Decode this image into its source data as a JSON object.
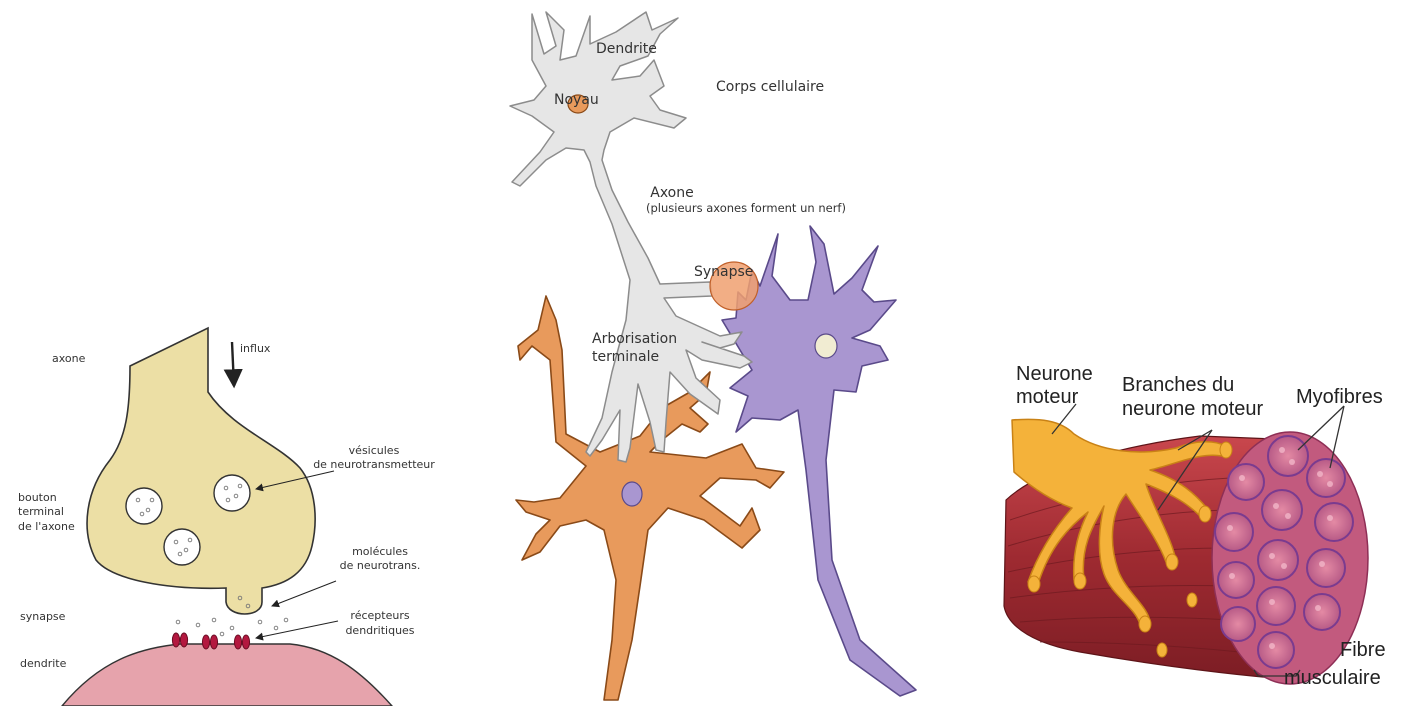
{
  "synapse_panel": {
    "axone": "axone",
    "influx": "influx",
    "vesicules_1": "vésicules",
    "vesicules_2": "de neurotransmetteur",
    "bouton_1": "bouton",
    "bouton_2": "terminal",
    "bouton_3": "de l'axone",
    "molecules_1": "molécules",
    "molecules_2": "de neurotrans.",
    "synapse": "synapse",
    "recepteurs_1": "récepteurs",
    "recepteurs_2": "dendritiques",
    "dendrite": "dendrite"
  },
  "neuron_panel": {
    "dendrite": "Dendrite",
    "noyau": "Noyau",
    "corps": "Corps cellulaire",
    "axone": "Axone",
    "axone_note": "(plusieurs axones forment un nerf)",
    "synapse": "Synapse",
    "arbo_1": "Arborisation",
    "arbo_2": "terminale"
  },
  "muscle_panel": {
    "neurone_1": "Neurone",
    "neurone_2": "moteur",
    "branches_1": "Branches du",
    "branches_2": "neurone moteur",
    "myofibres": "Myofibres",
    "fibre_1": "Fibre",
    "fibre_2": "musculaire"
  },
  "colors": {
    "terminal": "#ecdfa5",
    "dendrite_pink": "#e6a3ac",
    "receptor": "#b3183f",
    "neuron_grey": "#e6e6e6",
    "neuron_orange": "#e89a5c",
    "neuron_purple": "#a996d0",
    "synapse_spot": "#f0a070",
    "muscle_red": "#b4343a",
    "nerve_yellow": "#f4b23a",
    "myofibre_pink": "#d66f8f"
  }
}
